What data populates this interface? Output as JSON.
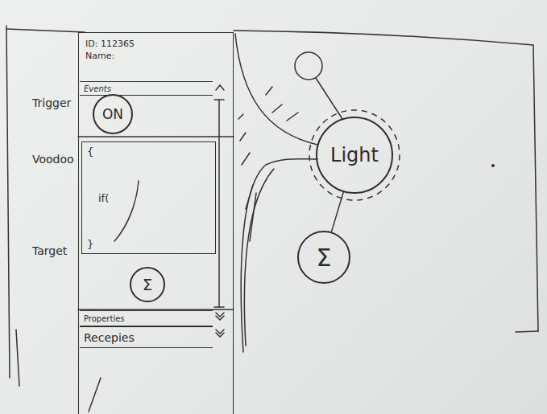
{
  "diagram": {
    "nodes": [
      {
        "text": [
          "ID: 112365",
          "Name:"
        ]
      },
      {
        "text": [
          "Events"
        ],
        "in": 0
      },
      {
        "text": [
          "ON"
        ],
        "in": 0
      },
      {
        "text": [
          "{",
          "if(",
          "}"
        ],
        "in": 0
      },
      {
        "text": [
          "Σ"
        ],
        "in": 0
      },
      {
        "text": [
          "Properties"
        ],
        "in": 0
      },
      {
        "text": [
          "Recepies"
        ],
        "in": 0
      },
      {
        "text": [
          "Light"
        ]
      },
      {
        "text": [
          "Σ"
        ]
      }
    ],
    "edges": [
      {
        "from": 7,
        "to": 8,
        "arrow": "none"
      }
    ],
    "labels": [
      "Trigger",
      "Voodoo",
      "Target"
    ]
  }
}
